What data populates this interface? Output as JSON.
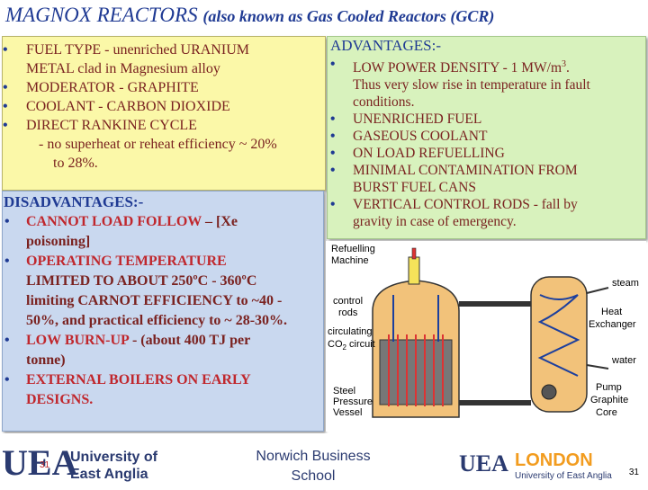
{
  "title": {
    "main": "MAGNOX  REACTORS",
    "sub": "(also known as Gas Cooled Reactors (GCR)"
  },
  "fuel_box": {
    "items": [
      {
        "bullet": "•",
        "lines": [
          "FUEL TYPE  -   unenriched URANIUM",
          "METAL clad in Magnesium alloy"
        ]
      },
      {
        "bullet": "•",
        "lines": [
          "MODERATOR   - GRAPHITE"
        ]
      },
      {
        "bullet": "•",
        "lines": [
          "COOLANT   - CARBON DIOXIDE"
        ]
      },
      {
        "bullet": "•",
        "lines": [
          "DIRECT RANKINE CYCLE"
        ]
      }
    ],
    "note_lines": [
      "-   no superheat or reheat  efficiency ~ 20%",
      "to 28%."
    ]
  },
  "advantages": {
    "header": "ADVANTAGES:-",
    "items": [
      {
        "pre": "LOW POWER DENSITY  -  1 MW/m",
        "sup": "3",
        "post": ".",
        "rest": [
          "Thus very slow rise in temperature in fault",
          "conditions."
        ]
      },
      {
        "pre": "UNENRICHED FUEL",
        "sup": "",
        "post": "",
        "rest": []
      },
      {
        "pre": "GASEOUS COOLANT",
        "sup": "",
        "post": "",
        "rest": []
      },
      {
        "pre": "ON LOAD REFUELLING",
        "sup": "",
        "post": "",
        "rest": []
      },
      {
        "pre": "MINIMAL CONTAMINATION FROM",
        "sup": "",
        "post": "",
        "rest": [
          "BURST FUEL CANS"
        ]
      },
      {
        "pre": "VERTICAL CONTROL RODS - fall by",
        "sup": "",
        "post": "",
        "rest": [
          "gravity  in case of emergency."
        ]
      }
    ]
  },
  "disadvantages": {
    "header": "DISADVANTAGES:-",
    "items": [
      {
        "hl": "CANNOT LOAD FOLLOW",
        "rest": " – [Xe",
        "more": [
          "poisoning]"
        ]
      },
      {
        "hl": "OPERATING TEMPERATURE",
        "rest": "",
        "more": [
          "LIMITED TO ABOUT 250ºC - 360ºC",
          "limiting CARNOT EFFICIENCY to ~40 -",
          "50%, and practical efficiency to ~ 28-30%."
        ]
      },
      {
        "hl": "LOW BURN-UP",
        "rest": " - (about 400 TJ per",
        "more": [
          "tonne)"
        ]
      },
      {
        "hl": "EXTERNAL BOILERS ON EARLY",
        "rest": "",
        "more": [
          "DESIGNS."
        ]
      }
    ]
  },
  "diagram": {
    "labels": {
      "refuelling": "Refuelling",
      "machine": "Machine",
      "steam": "steam",
      "control": "control",
      "rods": "rods",
      "heat": "Heat",
      "exchanger": "Exchanger",
      "circulating": "circulating",
      "co2": "CO",
      "co2_sub": "2",
      "circuit": "circuit",
      "water": "water",
      "steel": "Steel",
      "pressure": "Pressure",
      "vessel": "Vessel",
      "pump": "Pump",
      "graphite": "Graphite",
      "core": "Core"
    }
  },
  "footer": {
    "uea_letters": "UEA",
    "univ_line1": "University of",
    "univ_line2": "East Anglia",
    "school_line1": "Norwich Business",
    "school_line2": "School",
    "london_uea": "UEA",
    "london_word": "LONDON",
    "london_sub": "University of East Anglia",
    "page_number": "31",
    "page_number_small": "31"
  },
  "colors": {
    "title": "#1f3a93",
    "text": "#7a2220",
    "highlight": "#c0272d",
    "fuel_bg": "#fbf8a8",
    "adv_bg": "#d8f2bd",
    "dis_bg": "#c9d8ef"
  }
}
